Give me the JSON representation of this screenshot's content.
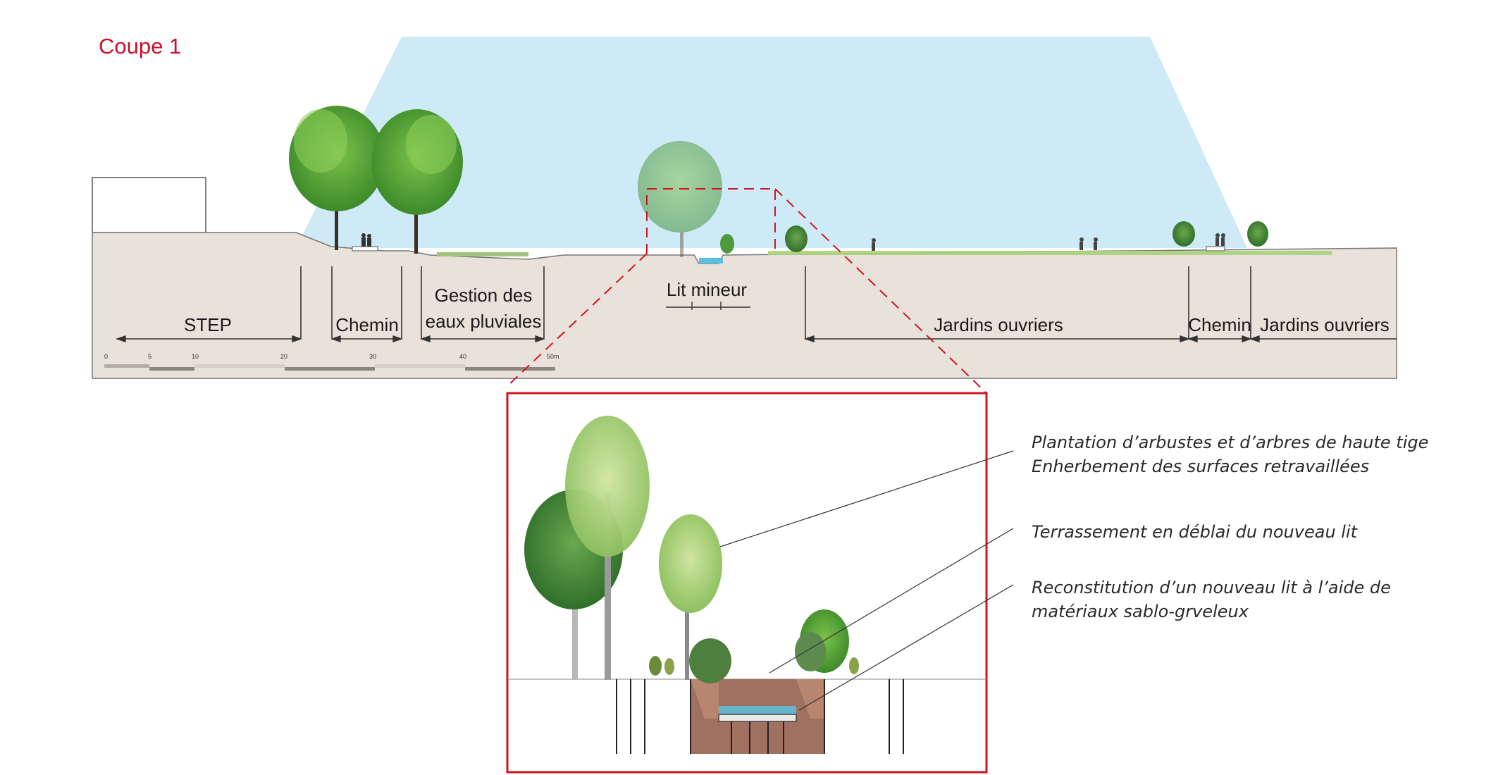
{
  "title": "Coupe 1",
  "section_labels": {
    "step": "STEP",
    "chemin_left": "Chemin",
    "gestion_line1": "Gestion des",
    "gestion_line2": "eaux pluviales",
    "lit_mineur": "Lit mineur",
    "jardins_main": "Jardins ouvriers",
    "chemin_right": "Chemin",
    "jardins_right": "Jardins ouvriers"
  },
  "scale_bar": {
    "ticks": [
      "0",
      "5",
      "10",
      "20",
      "30",
      "40",
      "50m"
    ]
  },
  "annotations": [
    {
      "lines": [
        "Plantation d’arbustes et d’arbres de haute tige",
        "Enherbement des surfaces retravaillées"
      ]
    },
    {
      "lines": [
        "Terrassement en déblai du nouveau lit"
      ]
    },
    {
      "lines": [
        "Reconstitution d’un nouveau lit à l’aide de",
        "matériaux sablo-grveleux"
      ]
    }
  ],
  "colors": {
    "title": "#c8102e",
    "detail_frame": "#d0141e",
    "sky": "#cfeaf7",
    "ground": "#e8e2da",
    "water": "#5bc0de",
    "soil": "#a07060"
  }
}
